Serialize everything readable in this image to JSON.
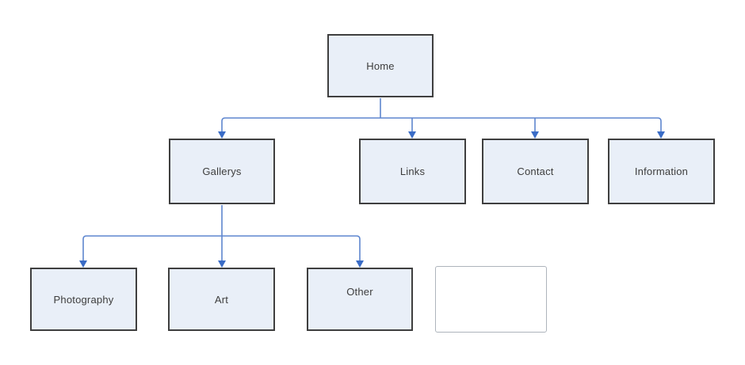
{
  "diagram": {
    "type": "sitemap-tree",
    "nodes": {
      "home": {
        "label": "Home"
      },
      "gallerys": {
        "label": "Gallerys"
      },
      "links": {
        "label": "Links"
      },
      "contact": {
        "label": "Contact"
      },
      "information": {
        "label": "Information"
      },
      "photography": {
        "label": "Photography"
      },
      "art": {
        "label": "Art"
      },
      "other": {
        "label": "Other"
      },
      "empty_box": {
        "label": ""
      }
    },
    "edges": [
      {
        "from": "home",
        "to": "gallerys"
      },
      {
        "from": "home",
        "to": "links"
      },
      {
        "from": "home",
        "to": "contact"
      },
      {
        "from": "home",
        "to": "information"
      },
      {
        "from": "gallerys",
        "to": "photography"
      },
      {
        "from": "gallerys",
        "to": "art"
      },
      {
        "from": "gallerys",
        "to": "other"
      }
    ],
    "colors": {
      "node_fill": "#e9eff8",
      "node_border": "#3f3f3f",
      "connector_line": "#5e86cf",
      "connector_arrowhead": "#3a6cc6",
      "label_text": "#3d3d3d",
      "empty_box_border": "#aeb4bc",
      "background": "#ffffff"
    }
  }
}
